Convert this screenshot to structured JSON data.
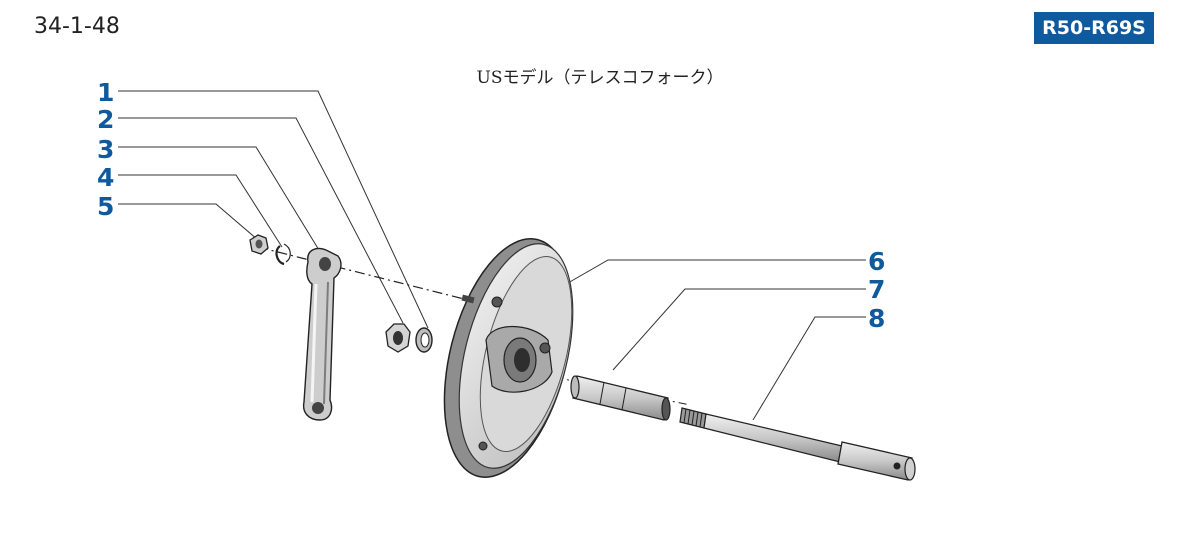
{
  "header": {
    "page_code": "34-1-48",
    "model_range": "R50-R69S"
  },
  "diagram": {
    "title": "USモデル（テレスコフォーク）",
    "callouts": [
      "1",
      "2",
      "3",
      "4",
      "5",
      "6",
      "7",
      "8"
    ]
  },
  "colors": {
    "accent": "#0f5a9e",
    "leader": "#333333",
    "part_fill": "#d6d6d6",
    "part_stroke": "#2a2a2a"
  }
}
